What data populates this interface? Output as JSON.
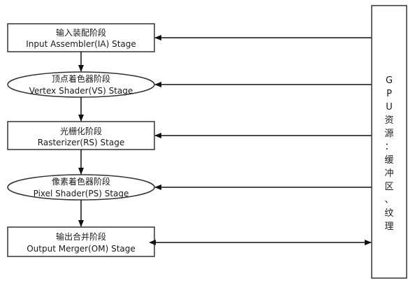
{
  "stages": [
    {
      "cn": "输入装配阶段",
      "en": "Input Assembler(IA) Stage",
      "shape": "rect"
    },
    {
      "cn": "顶点着色器阶段",
      "en": "Vertex Shader(VS) Stage",
      "shape": "ellipse"
    },
    {
      "cn": "光栅化阶段",
      "en": "Rasterizer(RS) Stage",
      "shape": "rect"
    },
    {
      "cn": "像素着色器阶段",
      "en": "Pixel Shader(PS) Stage",
      "shape": "ellipse"
    },
    {
      "cn": "输出合并阶段",
      "en": "Output Merger(OM) Stage",
      "shape": "rect"
    }
  ],
  "resource_panel": {
    "label_chars": [
      "G",
      "P",
      "U",
      "资",
      "源",
      "：",
      "缓",
      "冲",
      "区",
      "、",
      "纹",
      "理"
    ]
  }
}
